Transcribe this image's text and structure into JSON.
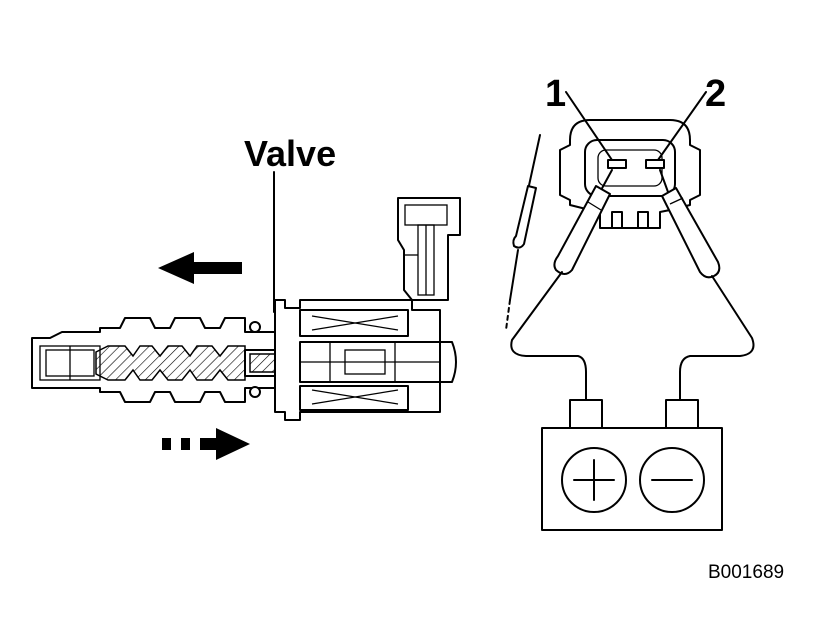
{
  "labels": {
    "valve": "Valve",
    "terminal_1": "1",
    "terminal_2": "2",
    "figure_code": "B001689"
  },
  "battery": {
    "positive_symbol": "plus-icon",
    "negative_symbol": "minus-icon"
  },
  "colors": {
    "ink": "#000000",
    "paper": "#ffffff"
  }
}
